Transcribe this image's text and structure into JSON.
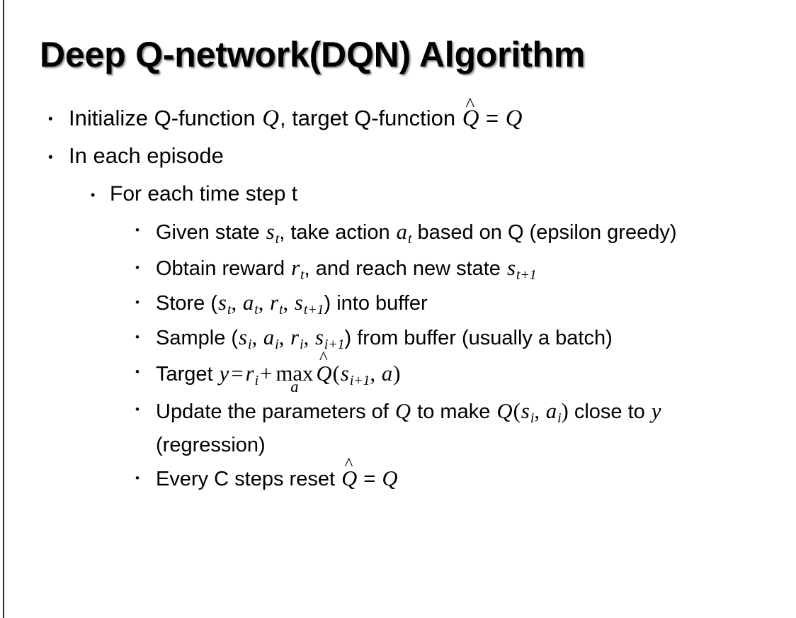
{
  "slide": {
    "title": "Deep Q-network(DQN) Algorithm",
    "background_color": "#ffffff",
    "text_color": "#000000",
    "left_rule_color": "#2b2b2b"
  },
  "bullets": {
    "b1": {
      "level": 1,
      "marker": "•",
      "parts": [
        "Initialize Q-function ",
        "Q",
        ", target Q-function ",
        "Q̂",
        " = ",
        "Q"
      ],
      "plain": "Initialize Q-function Q, target Q-function Q̂ = Q"
    },
    "b2": {
      "level": 1,
      "marker": "•",
      "plain": "In each episode"
    },
    "b3": {
      "level": 2,
      "marker": "•",
      "plain": "For each time step t"
    },
    "b4": {
      "level": 3,
      "marker": "•",
      "plain": "Given state s_t, take action a_t based on Q (epsilon greedy)",
      "seg": {
        "t1": "Given state ",
        "s": "s",
        "ssub": "t",
        "t2": ", take action ",
        "a": "a",
        "asub": "t",
        "t3": " based on Q (epsilon greedy)"
      }
    },
    "b5": {
      "level": 3,
      "marker": "•",
      "plain": "Obtain reward r_t, and reach new state s_{t+1}",
      "seg": {
        "t1": "Obtain reward ",
        "r": "r",
        "rsub": "t",
        "t2": ", and reach new state ",
        "s": "s",
        "ssub": "t+1"
      }
    },
    "b6": {
      "level": 3,
      "marker": "•",
      "plain": "Store (s_t, a_t, r_t, s_{t+1}) into buffer",
      "seg": {
        "t1": "Store (",
        "s1": "s",
        "s1sub": "t",
        "c1": ", ",
        "a": "a",
        "asub": "t",
        "c2": ", ",
        "r": "r",
        "rsub": "t",
        "c3": ", ",
        "s2": "s",
        "s2sub": "t+1",
        "t2": ") into buffer"
      }
    },
    "b7": {
      "level": 3,
      "marker": "•",
      "plain": "Sample (s_i, a_i, r_i, s_{i+1}) from buffer (usually a batch)",
      "seg": {
        "t1": "Sample (",
        "s1": "s",
        "s1sub": "i",
        "c1": ", ",
        "a": "a",
        "asub": "i",
        "c2": ", ",
        "r": "r",
        "rsub": "i",
        "c3": ", ",
        "s2": "s",
        "s2sub": "i+1",
        "t2": ") from buffer (usually a batch)"
      }
    },
    "b8": {
      "level": 3,
      "marker": "•",
      "plain": "Target y = r_i + max_a Q̂(s_{i+1}, a)",
      "seg": {
        "t1": "Target ",
        "y": "y",
        "eq": "=",
        "r": "r",
        "rsub": "i",
        "plus": "+",
        "max": "max",
        "maxlim": "a",
        "qhat": "Q",
        "hat": "̂",
        "paren_open": "(",
        "s": "s",
        "ssub": "i+1",
        "comma": ", ",
        "a": "a",
        "paren_close": ")"
      }
    },
    "b9": {
      "level": 3,
      "marker": "•",
      "plain": "Update the parameters of Q to make Q(s_i, a_i) close to y (regression)",
      "seg": {
        "t1": "Update the parameters of ",
        "q1": "Q",
        "t2": " to make ",
        "q2": "Q",
        "paren_open": "(",
        "s": "s",
        "ssub": "i",
        "comma": ", ",
        "a": "a",
        "asub": "i",
        "paren_close": ")",
        "t3": " close to ",
        "y": "y",
        "t4": " (regression)"
      }
    },
    "b10": {
      "level": 3,
      "marker": "•",
      "plain": "Every C steps reset Q̂ = Q",
      "seg": {
        "t1": "Every C steps reset ",
        "qhat": "Q",
        "hat": "̂",
        "eq": " = ",
        "q": "Q"
      }
    }
  }
}
